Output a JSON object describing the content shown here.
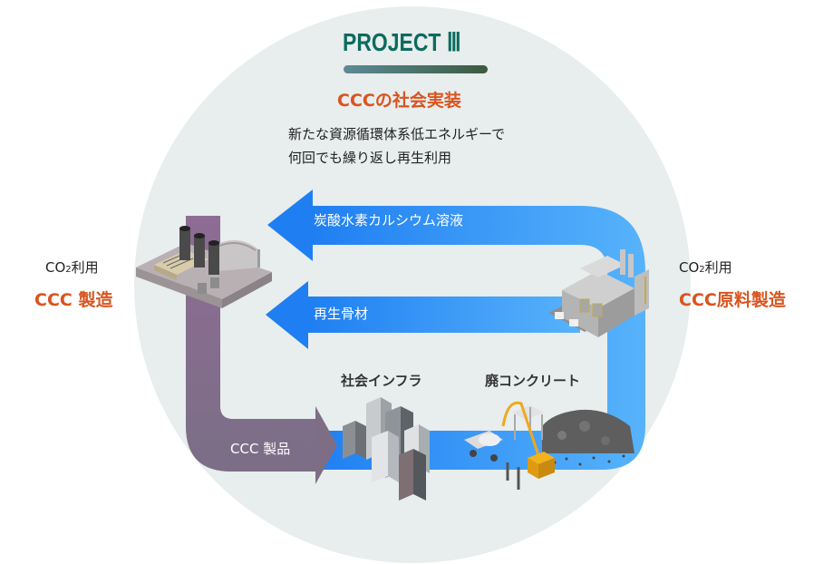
{
  "header": {
    "project_label": "PROJECT Ⅲ",
    "subtitle": "CCCの社会実装",
    "description_line1": "新たな資源循環体系低エネルギーで",
    "description_line2": "何回でも繰り返し再生利用"
  },
  "left_side": {
    "small_label_prefix": "CO",
    "small_label_sub": "2",
    "small_label_suffix": "利用",
    "main_label": "CCC 製造"
  },
  "right_side": {
    "small_label_prefix": "CO",
    "small_label_sub": "2",
    "small_label_suffix": "利用",
    "main_label": "CCC原料製造"
  },
  "flows": {
    "calcium_solution": "炭酸水素カルシウム溶液",
    "recycled_aggregate": "再生骨材",
    "ccc_product": "CCC 製品"
  },
  "nodes": {
    "social_infra": "社会インフラ",
    "waste_concrete": "廃コンクリート",
    "ccc_factory": "ccc-factory-illustration",
    "raw_material_plant": "raw-material-plant-illustration",
    "city_buildings": "city-buildings-illustration",
    "demolition_site": "demolition-site-illustration"
  },
  "colors": {
    "circle_bg": "#e8eded",
    "title_green": "#0b6b5f",
    "accent_orange": "#d9541e",
    "flow_blue": "#2a88f5",
    "flow_blue_light": "#55b2fb",
    "flow_purple": "#7d6e86"
  }
}
